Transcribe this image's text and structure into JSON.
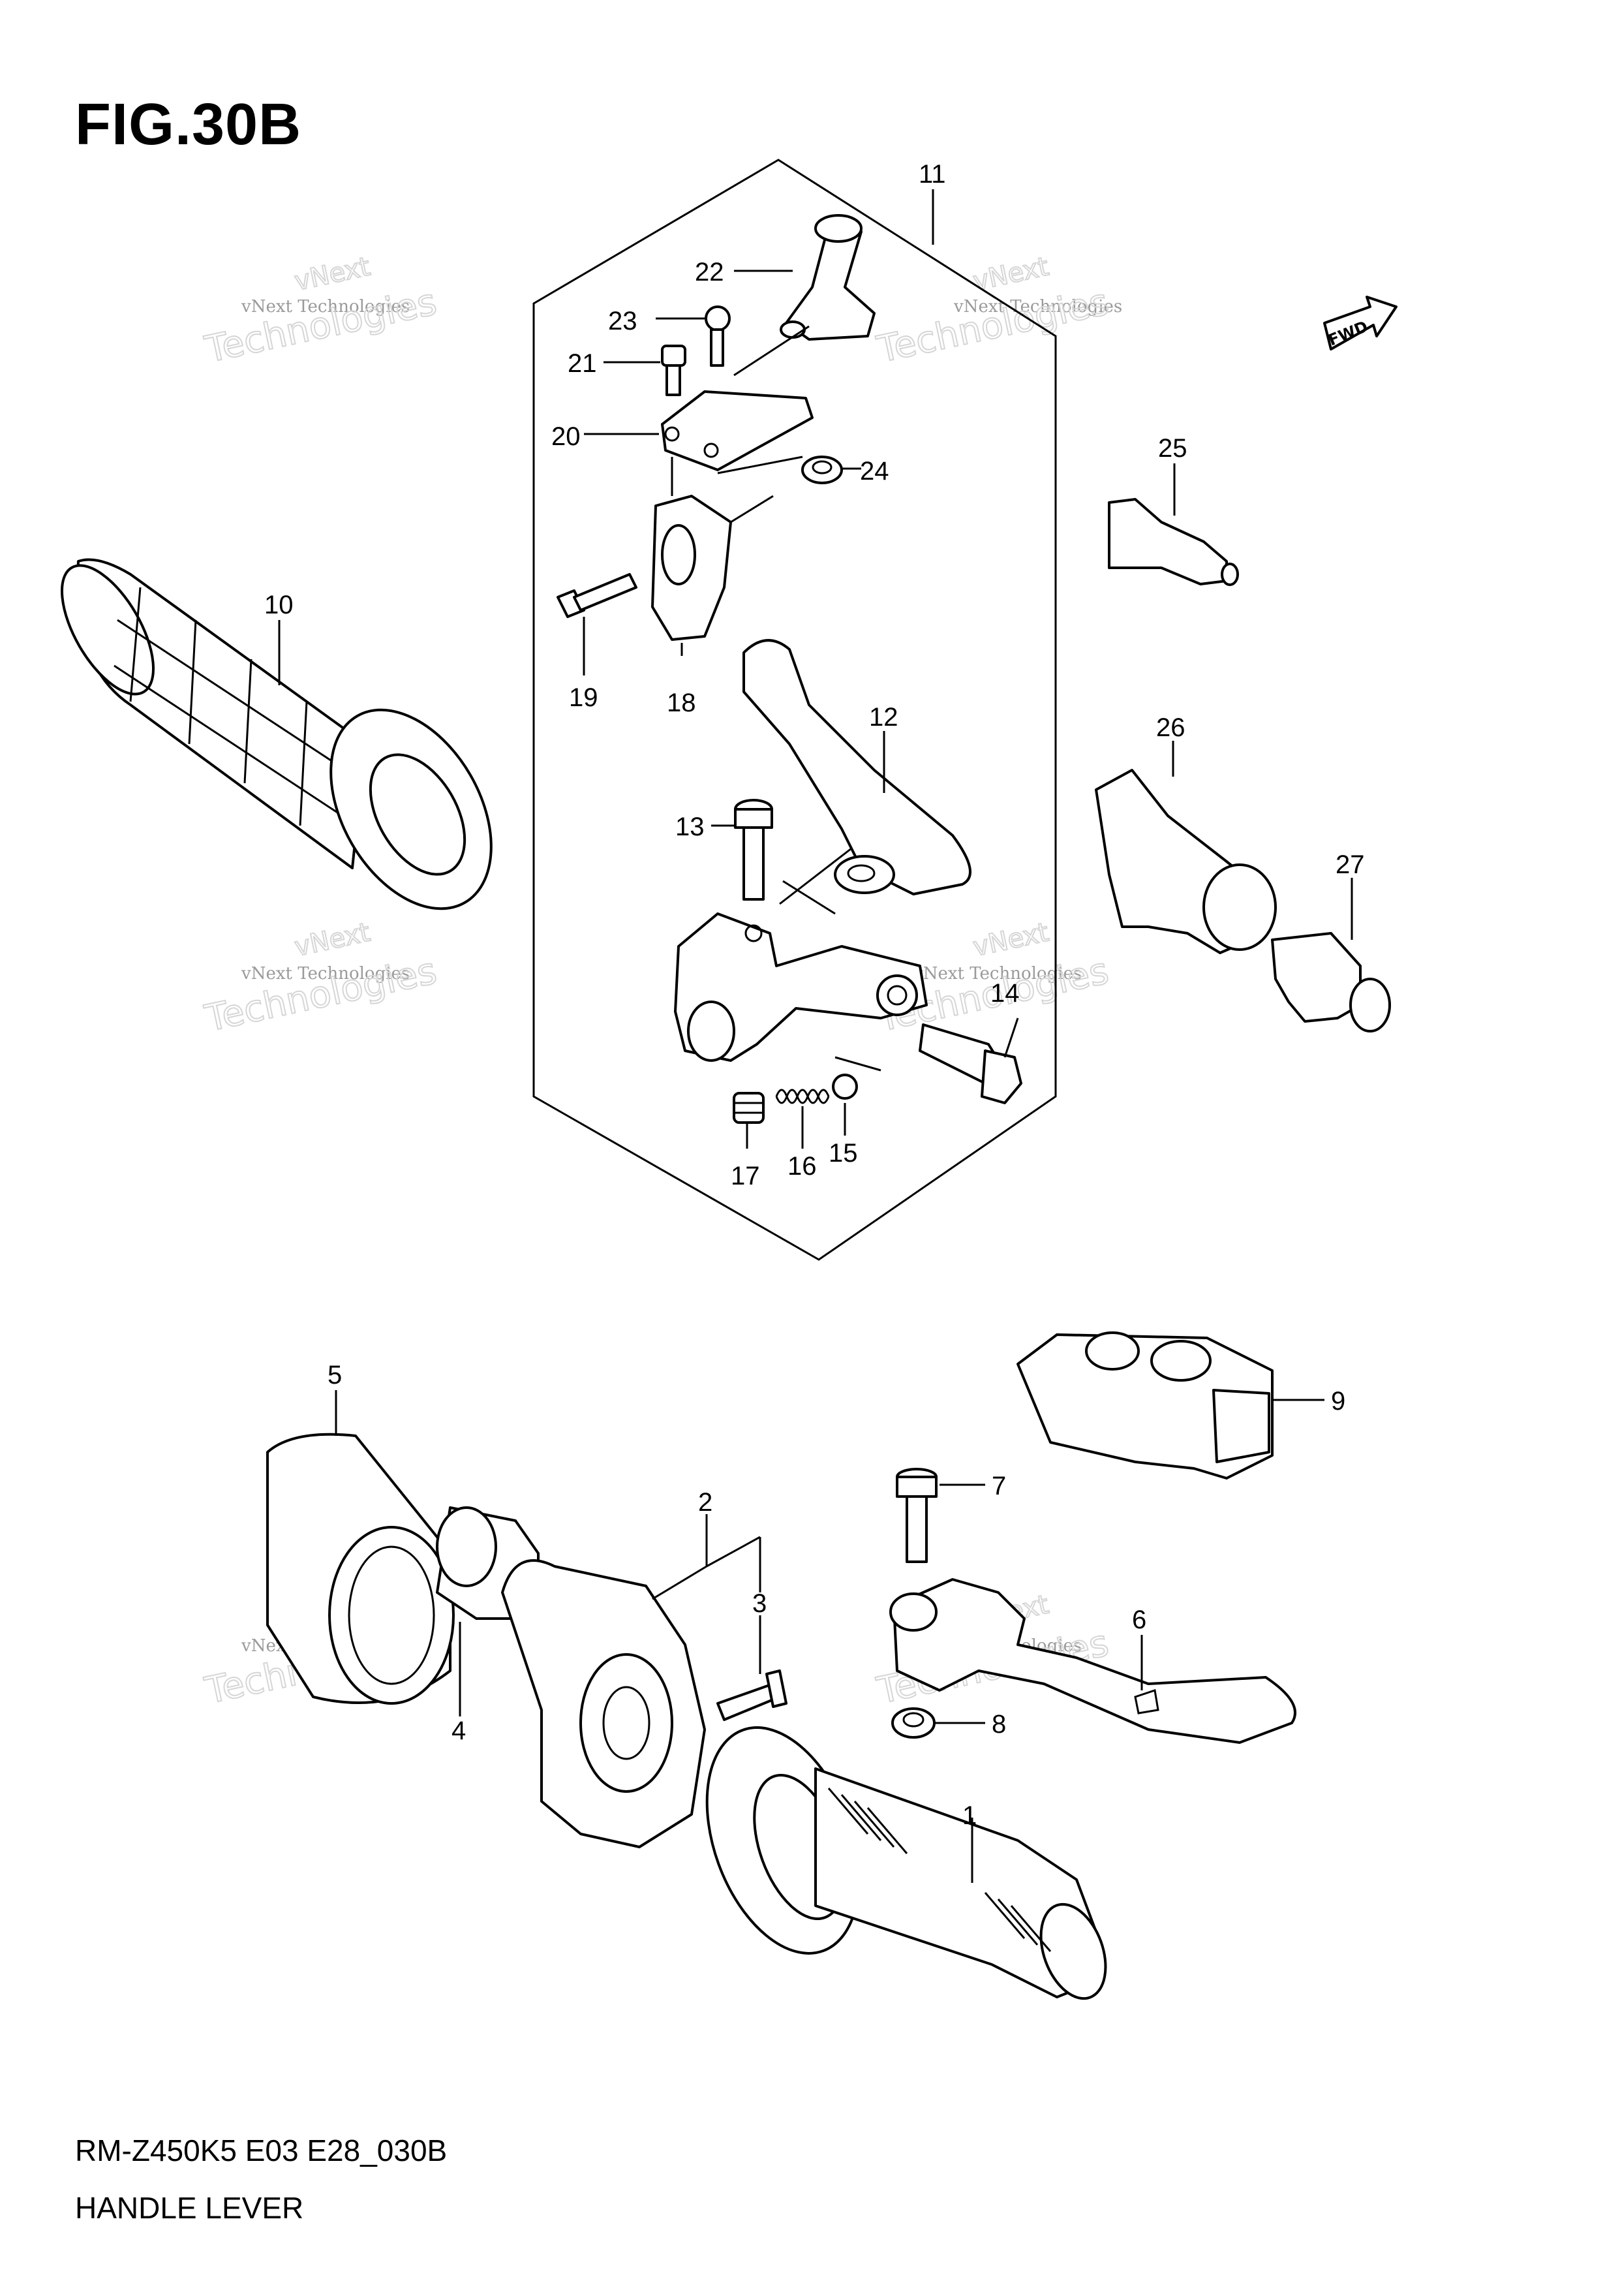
{
  "figure": {
    "title": "FIG.30B"
  },
  "footer": {
    "model_code": "RM-Z450K5 E03 E28_030B",
    "name": "HANDLE LEVER"
  },
  "fwd_badge": {
    "label": "FWD"
  },
  "watermark": {
    "line1": "vNext Technologies",
    "line2": "Technologies",
    "line3": "vNext"
  },
  "callouts": [
    "1",
    "2",
    "3",
    "4",
    "5",
    "6",
    "7",
    "8",
    "9",
    "10",
    "11",
    "12",
    "13",
    "14",
    "15",
    "16",
    "17",
    "18",
    "19",
    "20",
    "21",
    "22",
    "23",
    "24",
    "25",
    "26",
    "27"
  ]
}
